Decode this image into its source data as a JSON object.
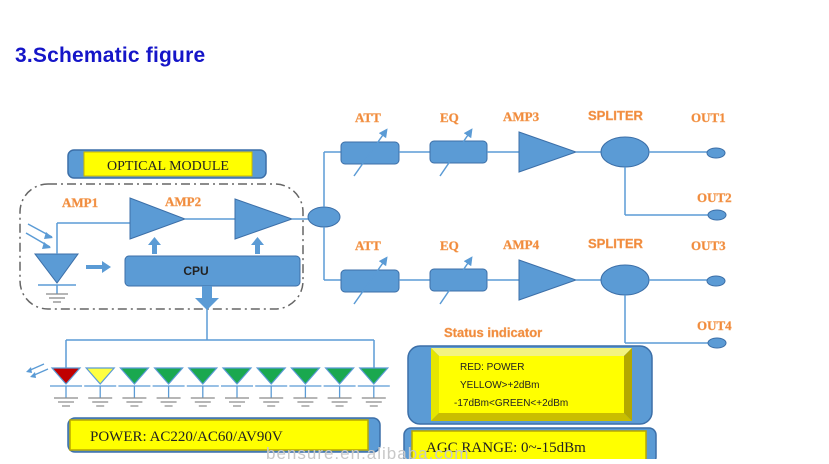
{
  "title": "3.Schematic figure",
  "optical_module": {
    "label": "OPTICAL MODULE",
    "amp1": "AMP1",
    "amp2": "AMP2",
    "cpu": "CPU"
  },
  "branches": [
    {
      "att": "ATT",
      "eq": "EQ",
      "amp": "AMP3",
      "splitter": "SPLITER",
      "outputs": [
        "OUT1",
        "OUT2"
      ]
    },
    {
      "att": "ATT",
      "eq": "EQ",
      "amp": "AMP4",
      "splitter": "SPLITER",
      "outputs": [
        "OUT3",
        "OUT4"
      ]
    }
  ],
  "led_row": {
    "colors": [
      "#c00000",
      "#ffff40",
      "#1aa84f",
      "#1aa84f",
      "#1aa84f",
      "#1aa84f",
      "#1aa84f",
      "#1aa84f",
      "#1aa84f",
      "#1aa84f"
    ]
  },
  "power_box": {
    "label": "POWER:  AC220/AC60/AV90V"
  },
  "status_indicator": {
    "title": "Status indicator",
    "lines": [
      "RED: POWER",
      "YELLOW>+2dBm",
      "-17dBm<GREEN<+2dBm"
    ]
  },
  "agc_box": {
    "label": "AGC  RANGE:  0~-15dBm"
  },
  "watermark": "bensure.en.alibaba.com",
  "colors": {
    "title": "#1515c8",
    "shape_fill": "#5b9bd5",
    "shape_stroke": "#3c6fa8",
    "label_orange": "#f08a3c",
    "yellow_panel": "#ffff00"
  }
}
